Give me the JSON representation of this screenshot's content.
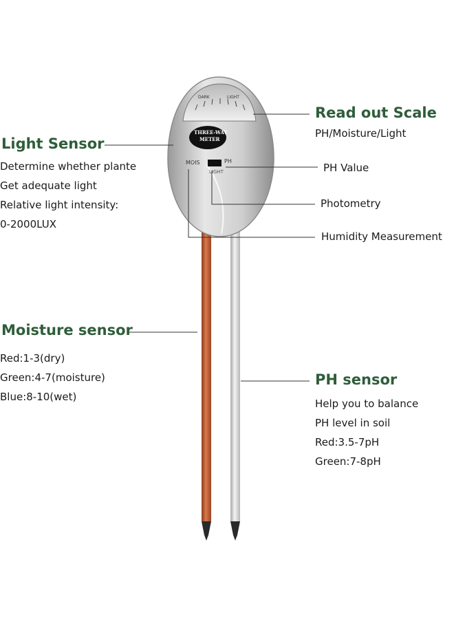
{
  "device": {
    "face_text_line1": "THREE-WAY",
    "face_text_line2": "METER",
    "label_left": "MOIS",
    "label_right": "PH",
    "label_bottom": "LIGHT",
    "dial_left": "DARK",
    "dial_right": "LIGHT"
  },
  "read_out_scale": {
    "title": "Read out Scale",
    "subtitle": "PH/Moisture/Light"
  },
  "light_sensor": {
    "title": "Light Sensor",
    "lines": [
      "Determine whether plante",
      "Get adequate light",
      "Relative light intensity:",
      "0-2000LUX"
    ]
  },
  "callouts": {
    "ph_value": "PH Value",
    "photometry": "Photometry",
    "humidity": "Humidity Measurement"
  },
  "moisture_sensor": {
    "title": "Moisture sensor",
    "lines": [
      "Red:1-3(dry)",
      "Green:4-7(moisture)",
      "Blue:8-10(wet)"
    ]
  },
  "ph_sensor": {
    "title": "PH sensor",
    "lines": [
      "Help you to balance",
      "PH level in soil",
      "Red:3.5-7pH",
      "Green:7-8pH"
    ]
  },
  "colors": {
    "heading": "#2f5d3a",
    "copper_probe": "#c0623a",
    "steel_probe": "#d9d9d9",
    "body_silver": "#c8c8c8"
  }
}
